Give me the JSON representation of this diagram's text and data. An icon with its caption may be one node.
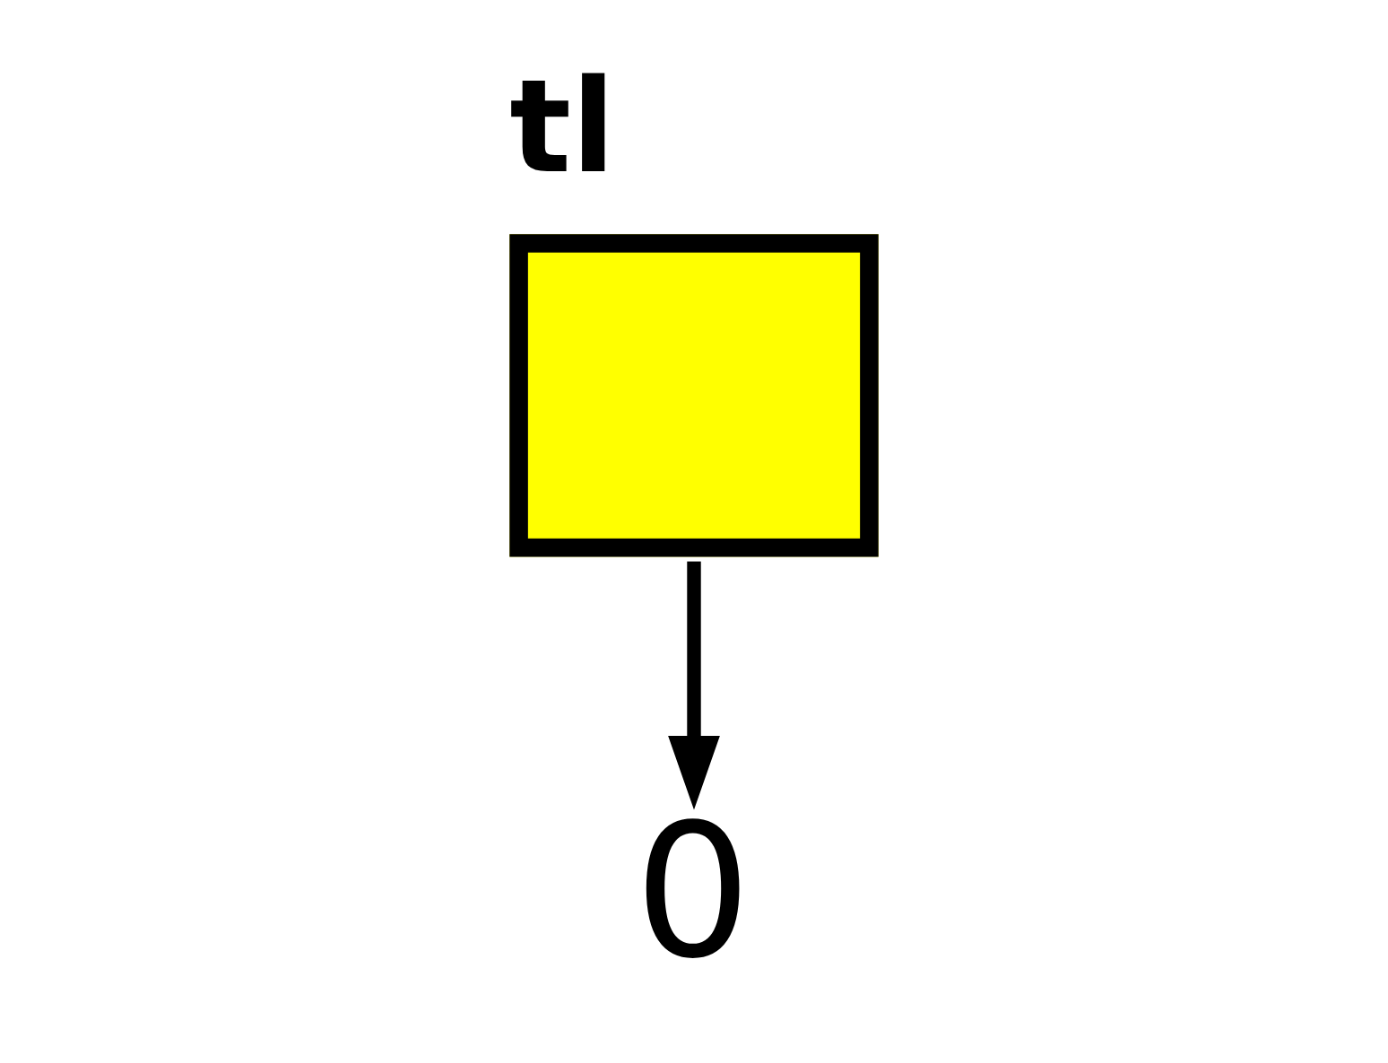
{
  "diagram": {
    "nodes": [
      {
        "text": [
          "tl"
        ]
      },
      {
        "text": [
          "0"
        ]
      }
    ],
    "edges": [
      {
        "from": 0,
        "to": 1,
        "arrow": "to"
      }
    ]
  }
}
